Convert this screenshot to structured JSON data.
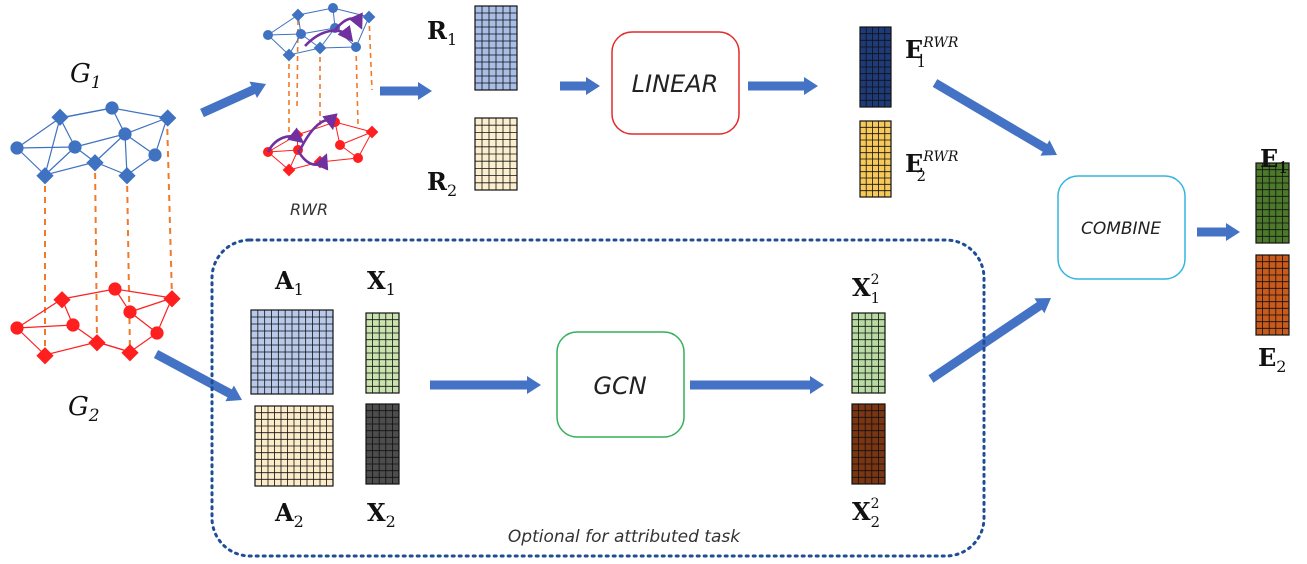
{
  "colors": {
    "blue_graph": "#3f72c0",
    "red_graph": "#ff1f1f",
    "dashed_links": "#f07a2a",
    "arrow": "#4472c4",
    "rwr_arrows": "#7030a0",
    "linear_box": "#e32b2b",
    "gcn_box": "#34b05a",
    "combine_box": "#33b5e0",
    "optional_border": "#1f4e96",
    "R1": "#a9bee6",
    "R2": "#fbefcf",
    "E1_rwr": "#1f3a78",
    "E2_rwr": "#f7c95a",
    "A1": "#b9c9ea",
    "A2": "#fcecca",
    "X1": "#c8e3ad",
    "X2": "#4d4d4d",
    "X1_2": "#b8dba3",
    "X2_2": "#7a3512",
    "E1": "#4c7a2a",
    "E2": "#c85a1c"
  },
  "graphs": {
    "g1": {
      "letter": "G",
      "sub": "1"
    },
    "g2": {
      "letter": "G",
      "sub": "2"
    },
    "rwr_caption": "RWR"
  },
  "matrices": {
    "R1": {
      "letter": "R",
      "sub": "1"
    },
    "R2": {
      "letter": "R",
      "sub": "2"
    },
    "E1_rwr": {
      "letter": "E",
      "sub": "1",
      "sup": "RWR"
    },
    "E2_rwr": {
      "letter": "E",
      "sub": "2",
      "sup": "RWR"
    },
    "A1": {
      "letter": "A",
      "sub": "1"
    },
    "A2": {
      "letter": "A",
      "sub": "2"
    },
    "X1": {
      "letter": "X",
      "sub": "1"
    },
    "X2": {
      "letter": "X",
      "sub": "2"
    },
    "X1_2": {
      "letter": "X",
      "sub": "1",
      "sup": "2"
    },
    "X2_2": {
      "letter": "X",
      "sub": "2",
      "sup": "2"
    },
    "E1": {
      "letter": "E",
      "sub": "1"
    },
    "E2": {
      "letter": "E",
      "sub": "2"
    }
  },
  "boxes": {
    "linear": "LINEAR",
    "gcn": "GCN",
    "combine": "COMBINE"
  },
  "optional_caption": "Optional for attributed task"
}
